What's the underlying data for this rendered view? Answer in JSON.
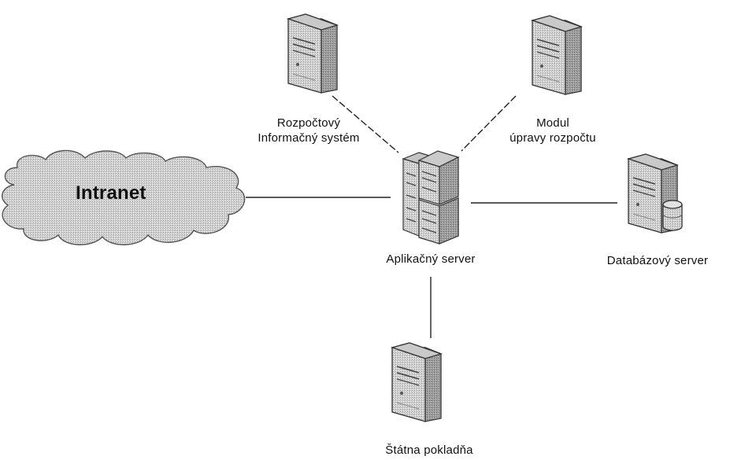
{
  "nodes": {
    "intranet": {
      "label": "Intranet",
      "icon": "cloud-icon"
    },
    "rozpoctovy": {
      "label_lines": [
        "Rozpočtový",
        "Informačný systém"
      ],
      "icon": "server-tower-icon"
    },
    "modul": {
      "label_lines": [
        "Modul",
        "úpravy rozpočtu"
      ],
      "icon": "server-tower-icon"
    },
    "aplikacny": {
      "label": "Aplikačný server",
      "icon": "server-rack-icon"
    },
    "databazovy": {
      "label": "Databázový server",
      "icon": "database-server-icon"
    },
    "statna": {
      "label": "Štátna pokladňa",
      "icon": "server-tower-icon"
    }
  },
  "edges": [
    {
      "from": "intranet",
      "to": "aplikacny",
      "style": "solid"
    },
    {
      "from": "rozpoctovy",
      "to": "aplikacny",
      "style": "dashed"
    },
    {
      "from": "modul",
      "to": "aplikacny",
      "style": "dashed"
    },
    {
      "from": "aplikacny",
      "to": "databazovy",
      "style": "solid"
    },
    {
      "from": "aplikacny",
      "to": "statna",
      "style": "solid"
    }
  ],
  "colors": {
    "line": "#222222",
    "server_fill": "#cfcfcf",
    "server_dark": "#8a8a8a",
    "cloud_fill": "#d9d9d9"
  }
}
